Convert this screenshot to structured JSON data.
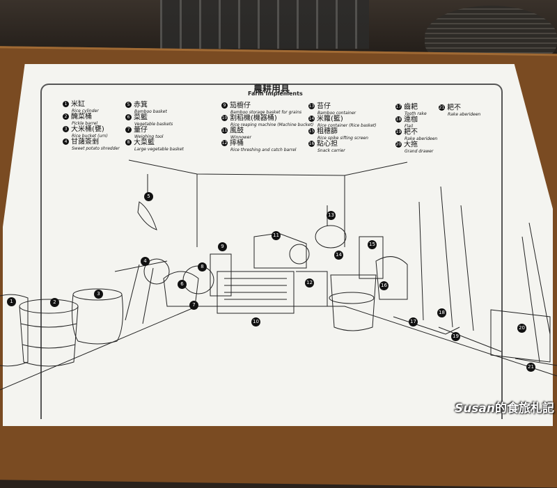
{
  "sign": {
    "title_cn": "農耕用具",
    "title_en": "Farm Implements"
  },
  "legend": [
    {
      "n": "1",
      "cn": "米缸",
      "en": "Rice cylinder"
    },
    {
      "n": "2",
      "cn": "醃菜桶",
      "en": "Pickle barrel"
    },
    {
      "n": "3",
      "cn": "大米桶(甕)",
      "en": "Rice bucket (urn)"
    },
    {
      "n": "4",
      "cn": "甘藷簽剉",
      "en": "Sweet potato shredder"
    },
    {
      "n": "5",
      "cn": "赤箕",
      "en": "Bamboo basket"
    },
    {
      "n": "6",
      "cn": "菜籃",
      "en": "Vegetable baskets"
    },
    {
      "n": "7",
      "cn": "量仔",
      "en": "Weighing tool"
    },
    {
      "n": "8",
      "cn": "大菜籃",
      "en": "Large vegetable basket"
    },
    {
      "n": "9",
      "cn": "笳櫥仔",
      "en": "Bamboo storage basket for grains"
    },
    {
      "n": "10",
      "cn": "割稻機(機器桶)",
      "en": "Rice reaping machine (Machine bucket)"
    },
    {
      "n": "11",
      "cn": "風鼓",
      "en": "Winnower"
    },
    {
      "n": "12",
      "cn": "摔桶",
      "en": "Rice threshing and catch barrel"
    },
    {
      "n": "13",
      "cn": "苔仔",
      "en": "Bamboo container"
    },
    {
      "n": "14",
      "cn": "米籮(籃)",
      "en": "Rice container (Rice basket)"
    },
    {
      "n": "15",
      "cn": "粗穗篩",
      "en": "Rice spike sifting screen"
    },
    {
      "n": "16",
      "cn": "點心担",
      "en": "Snack carrier"
    },
    {
      "n": "17",
      "cn": "齒耙",
      "en": "Tooth rake"
    },
    {
      "n": "18",
      "cn": "連枷",
      "en": "Flail"
    },
    {
      "n": "19",
      "cn": "耙不",
      "en": "Rake aberideen"
    },
    {
      "n": "20",
      "cn": "大拖",
      "en": "Grand drawer"
    },
    {
      "n": "21",
      "cn": "耙不",
      "en": "Rake aberideen"
    }
  ],
  "watermark": {
    "latin": "Susan",
    "cjk": "的食旅札記"
  }
}
